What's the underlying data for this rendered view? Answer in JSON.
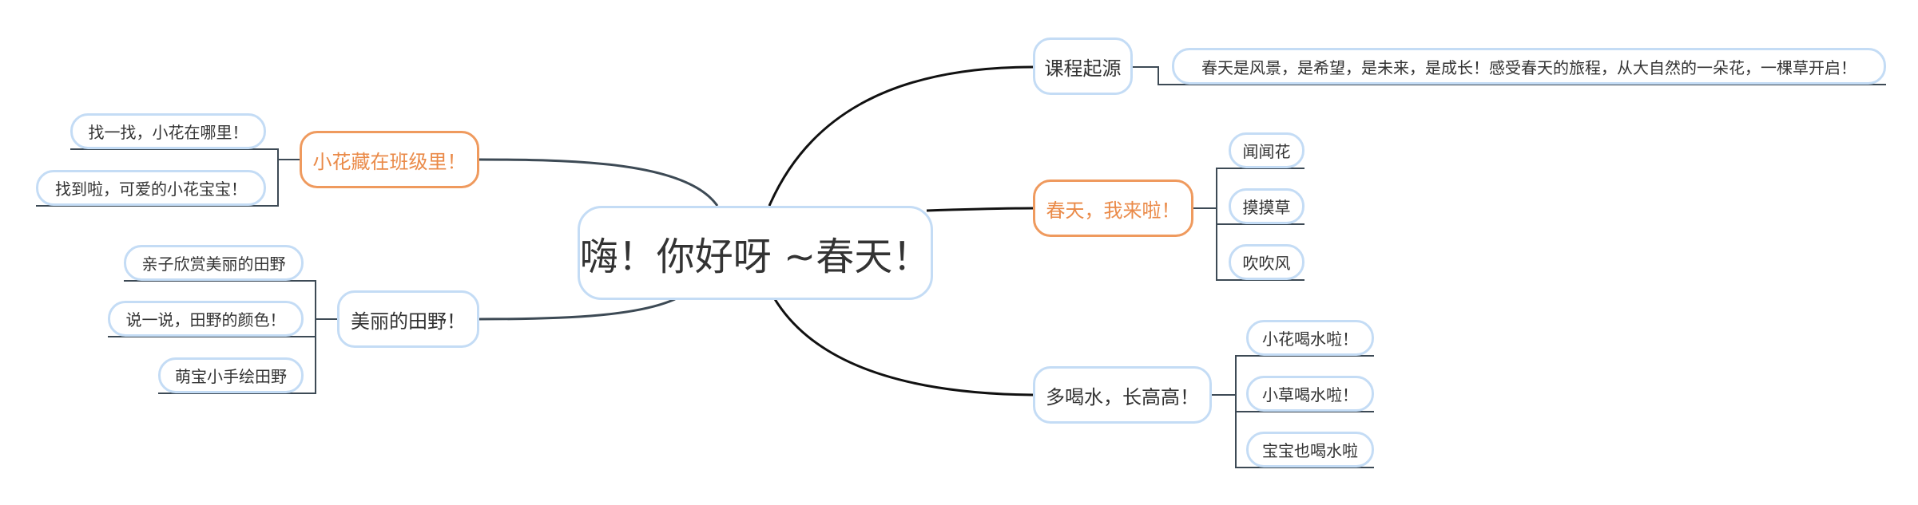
{
  "colors": {
    "border": "#c4dcf5",
    "accent": "#ea8a48",
    "line": "#222222",
    "text": "#333333"
  },
  "root": {
    "label": "嗨！你好呀 ~春天！"
  },
  "branches": {
    "origin": {
      "label": "课程起源",
      "children": [
        "春天是风景，是希望，是未来，是成长！感受春天的旅程，从大自然的一朵花，一棵草开启！"
      ]
    },
    "spring": {
      "label": "春天，我来啦！",
      "children": [
        "闻闻花",
        "摸摸草",
        "吹吹风"
      ]
    },
    "water": {
      "label": "多喝水，长高高！",
      "children": [
        "小花喝水啦！",
        "小草喝水啦！",
        "宝宝也喝水啦"
      ]
    },
    "flower": {
      "label": "小花藏在班级里！",
      "children": [
        "找一找，小花在哪里！",
        "找到啦，可爱的小花宝宝！"
      ]
    },
    "field": {
      "label": "美丽的田野！",
      "children": [
        "亲子欣赏美丽的田野",
        "说一说，田野的颜色！",
        "萌宝小手绘田野"
      ]
    }
  }
}
